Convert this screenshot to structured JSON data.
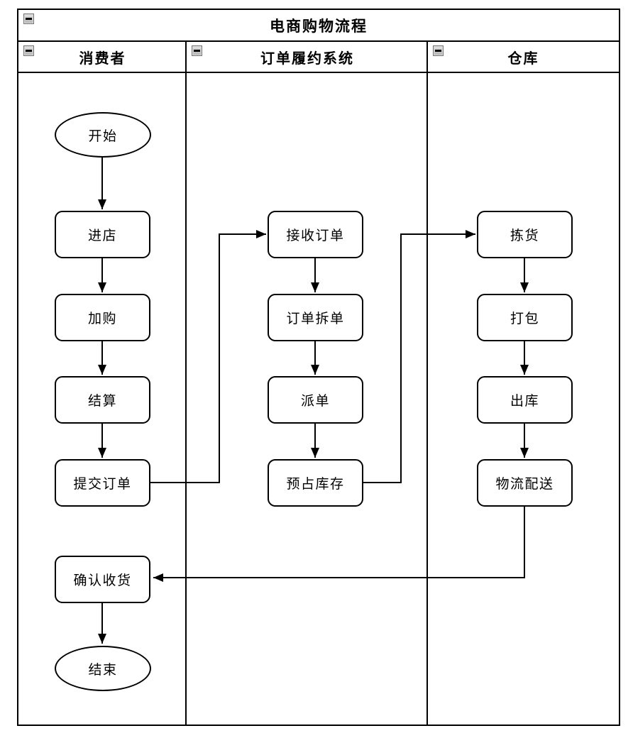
{
  "diagram": {
    "title": "电商购物流程",
    "colors": {
      "stroke": "#000000",
      "fill": "#ffffff",
      "collapse_button": "#c9c9c9"
    },
    "icons": {
      "collapse": "minus-square-icon"
    },
    "lanes": [
      {
        "id": "consumer",
        "label": "消费者",
        "nodes": [
          {
            "id": "start",
            "shape": "ellipse",
            "label": "开始"
          },
          {
            "id": "enter-store",
            "shape": "rounded-rect",
            "label": "进店"
          },
          {
            "id": "add-to-cart",
            "shape": "rounded-rect",
            "label": "加购"
          },
          {
            "id": "checkout",
            "shape": "rounded-rect",
            "label": "结算"
          },
          {
            "id": "submit-order",
            "shape": "rounded-rect",
            "label": "提交订单"
          },
          {
            "id": "confirm-receipt",
            "shape": "rounded-rect",
            "label": "确认收货"
          },
          {
            "id": "end",
            "shape": "ellipse",
            "label": "结束"
          }
        ]
      },
      {
        "id": "fulfillment",
        "label": "订单履约系统",
        "nodes": [
          {
            "id": "receive-order",
            "shape": "rounded-rect",
            "label": "接收订单"
          },
          {
            "id": "split-order",
            "shape": "rounded-rect",
            "label": "订单拆单"
          },
          {
            "id": "dispatch-order",
            "shape": "rounded-rect",
            "label": "派单"
          },
          {
            "id": "reserve-stock",
            "shape": "rounded-rect",
            "label": "预占库存"
          }
        ]
      },
      {
        "id": "warehouse",
        "label": "仓库",
        "nodes": [
          {
            "id": "pick",
            "shape": "rounded-rect",
            "label": "拣货"
          },
          {
            "id": "pack",
            "shape": "rounded-rect",
            "label": "打包"
          },
          {
            "id": "outbound",
            "shape": "rounded-rect",
            "label": "出库"
          },
          {
            "id": "logistics",
            "shape": "rounded-rect",
            "label": "物流配送"
          }
        ]
      }
    ],
    "edges": [
      {
        "from": "开始",
        "to": "进店"
      },
      {
        "from": "进店",
        "to": "加购"
      },
      {
        "from": "加购",
        "to": "结算"
      },
      {
        "from": "结算",
        "to": "提交订单"
      },
      {
        "from": "提交订单",
        "to": "接收订单"
      },
      {
        "from": "接收订单",
        "to": "订单拆单"
      },
      {
        "from": "订单拆单",
        "to": "派单"
      },
      {
        "from": "派单",
        "to": "预占库存"
      },
      {
        "from": "预占库存",
        "to": "拣货"
      },
      {
        "from": "拣货",
        "to": "打包"
      },
      {
        "from": "打包",
        "to": "出库"
      },
      {
        "from": "出库",
        "to": "物流配送"
      },
      {
        "from": "物流配送",
        "to": "确认收货"
      },
      {
        "from": "确认收货",
        "to": "结束"
      }
    ]
  }
}
